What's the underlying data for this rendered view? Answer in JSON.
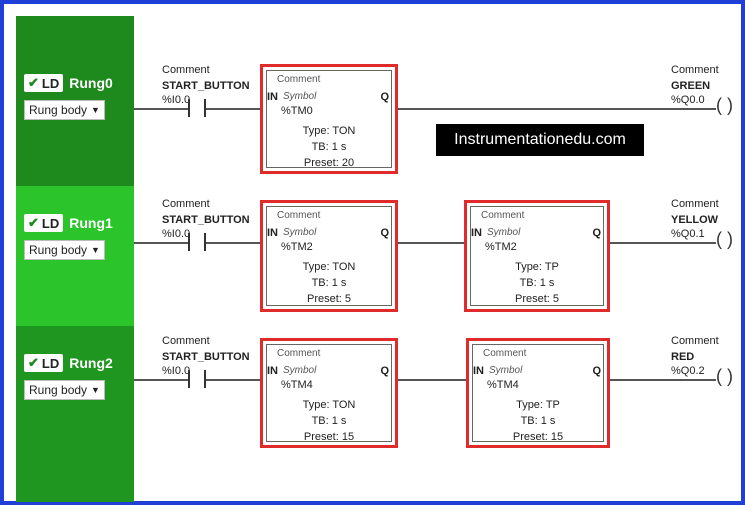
{
  "rungs": [
    {
      "ld": "LD",
      "name": "Rung0",
      "body_label": "Rung body",
      "contact": {
        "comment": "Comment",
        "symbol": "START_BUTTON",
        "address": "%I0.0"
      },
      "blocks": [
        {
          "comment": "Comment",
          "in": "IN",
          "symbol": "Symbol",
          "q": "Q",
          "name": "%TM0",
          "type": "Type: TON",
          "tb": "TB: 1 s",
          "preset": "Preset: 20"
        }
      ],
      "coil": {
        "comment": "Comment",
        "symbol": "GREEN",
        "address": "%Q0.0"
      }
    },
    {
      "ld": "LD",
      "name": "Rung1",
      "body_label": "Rung body",
      "contact": {
        "comment": "Comment",
        "symbol": "START_BUTTON",
        "address": "%I0.0"
      },
      "blocks": [
        {
          "comment": "Comment",
          "in": "IN",
          "symbol": "Symbol",
          "q": "Q",
          "name": "%TM2",
          "type": "Type: TON",
          "tb": "TB: 1 s",
          "preset": "Preset: 5"
        },
        {
          "comment": "Comment",
          "in": "IN",
          "symbol": "Symbol",
          "q": "Q",
          "name": "%TM2",
          "type": "Type: TP",
          "tb": "TB: 1 s",
          "preset": "Preset: 5"
        }
      ],
      "coil": {
        "comment": "Comment",
        "symbol": "YELLOW",
        "address": "%Q0.1"
      }
    },
    {
      "ld": "LD",
      "name": "Rung2",
      "body_label": "Rung body",
      "contact": {
        "comment": "Comment",
        "symbol": "START_BUTTON",
        "address": "%I0.0"
      },
      "blocks": [
        {
          "comment": "Comment",
          "in": "IN",
          "symbol": "Symbol",
          "q": "Q",
          "name": "%TM4",
          "type": "Type: TON",
          "tb": "TB: 1 s",
          "preset": "Preset: 15"
        },
        {
          "comment": "Comment",
          "in": "IN",
          "symbol": "Symbol",
          "q": "Q",
          "name": "%TM4",
          "type": "Type: TP",
          "tb": "TB: 1 s",
          "preset": "Preset: 15"
        }
      ],
      "coil": {
        "comment": "Comment",
        "symbol": "RED",
        "address": "%Q0.2"
      }
    }
  ],
  "watermark": "Instrumentationedu.com",
  "colors": {
    "frame": "#1f3fd6",
    "highlight": "#e02b2b",
    "rung_green": "#1e8a1e"
  },
  "icons": {
    "check": "check-icon",
    "caret": "caret-down-icon",
    "coil": "coil-icon",
    "contact": "contact-no-icon"
  }
}
